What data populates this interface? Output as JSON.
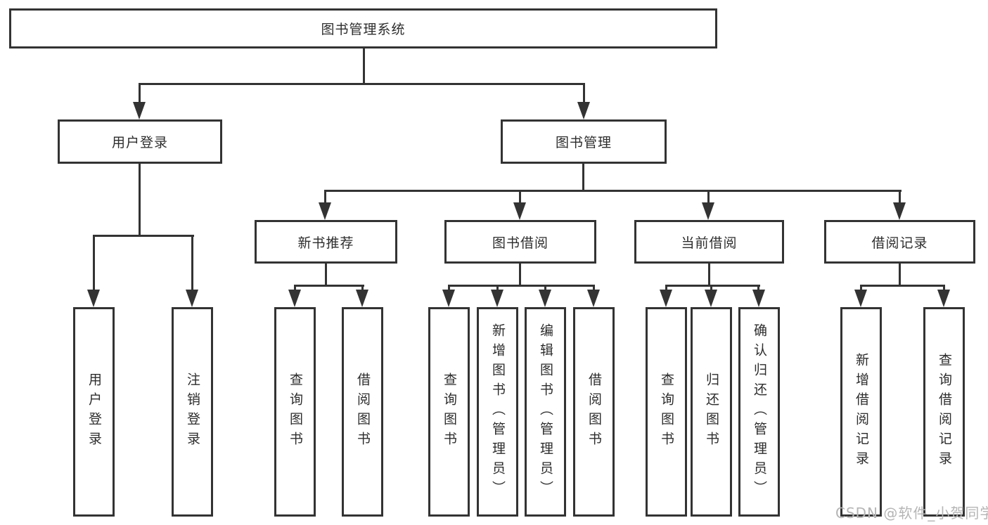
{
  "diagram": {
    "title": "图书管理系统",
    "root": "图书管理系统",
    "level2": {
      "user_login": "用户登录",
      "book_mgmt": "图书管理"
    },
    "level3": {
      "new_books": "新书推荐",
      "borrow": "图书借阅",
      "current": "当前借阅",
      "records": "借阅记录"
    },
    "leaves": {
      "user_login": [
        "用户登录",
        "注销登录"
      ],
      "new_books": [
        "查询图书",
        "借阅图书"
      ],
      "borrow": [
        "查询图书",
        "新增图书（管理员）",
        "编辑图书（管理员）",
        "借阅图书"
      ],
      "current": [
        "查询图书",
        "归还图书",
        "确认归还（管理员）"
      ],
      "records": [
        "新增借阅记录",
        "查询借阅记录"
      ]
    }
  },
  "watermark": {
    "text": "CSDN @软件_小贺同学"
  },
  "colors": {
    "line": "#333333",
    "text": "#2d2d2d",
    "watermark": "#b5b5b5",
    "background": "#ffffff"
  }
}
